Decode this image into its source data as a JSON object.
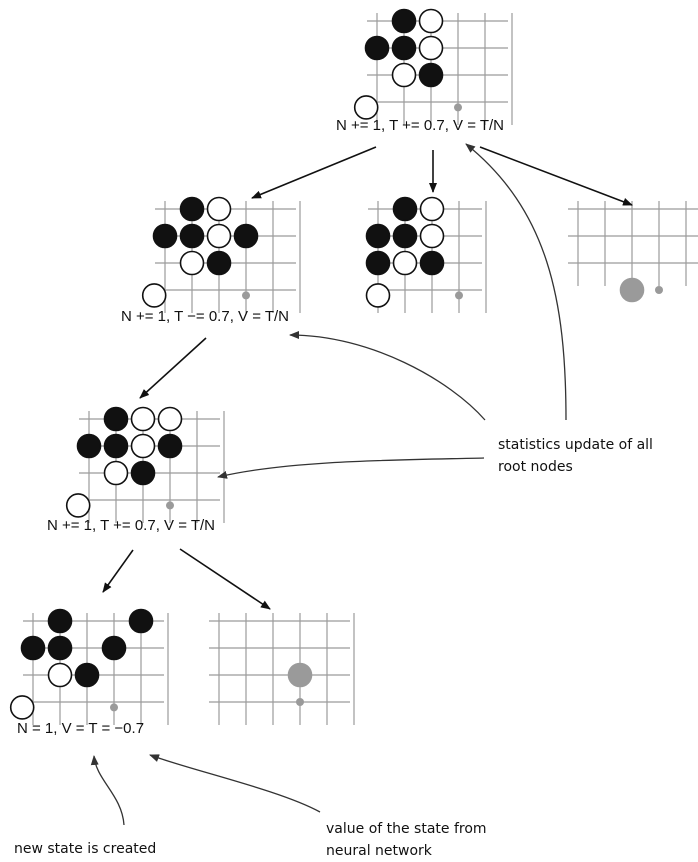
{
  "colors": {
    "black_stone": "#111111",
    "white_stone": "#ffffff",
    "gray_stone": "#9a9a9a",
    "grid": "#9b9b9b",
    "arrow": "#111111",
    "callout_arrow": "#555555"
  },
  "nodes": {
    "root": {
      "label": "N += 1, T += 0.7, V = T/N",
      "stones": [
        {
          "c": "b",
          "col": 1,
          "row": 0
        },
        {
          "c": "w",
          "col": 2,
          "row": 0
        },
        {
          "c": "b",
          "col": 0,
          "row": 1
        },
        {
          "c": "b",
          "col": 1,
          "row": 1
        },
        {
          "c": "w",
          "col": 2,
          "row": 1
        },
        {
          "c": "w",
          "col": 1,
          "row": 2
        },
        {
          "c": "b",
          "col": 2,
          "row": 2
        },
        {
          "c": "w",
          "col": -0.4,
          "row": 3.2
        }
      ],
      "marks": [
        {
          "col": 3,
          "row": 3.2
        }
      ]
    },
    "level1_left": {
      "label": "N += 1, T −= 0.7, V = T/N",
      "stones": [
        {
          "c": "b",
          "col": 1,
          "row": 0
        },
        {
          "c": "w",
          "col": 2,
          "row": 0
        },
        {
          "c": "b",
          "col": 0,
          "row": 1
        },
        {
          "c": "b",
          "col": 1,
          "row": 1
        },
        {
          "c": "w",
          "col": 2,
          "row": 1
        },
        {
          "c": "b",
          "col": 3,
          "row": 1
        },
        {
          "c": "w",
          "col": 1,
          "row": 2
        },
        {
          "c": "b",
          "col": 2,
          "row": 2
        },
        {
          "c": "w",
          "col": -0.4,
          "row": 3.2
        }
      ],
      "marks": [
        {
          "col": 3,
          "row": 3.2
        }
      ]
    },
    "level1_mid": {
      "stones": [
        {
          "c": "b",
          "col": 1,
          "row": 0
        },
        {
          "c": "w",
          "col": 2,
          "row": 0
        },
        {
          "c": "b",
          "col": 0,
          "row": 1
        },
        {
          "c": "b",
          "col": 1,
          "row": 1
        },
        {
          "c": "w",
          "col": 2,
          "row": 1
        },
        {
          "c": "b",
          "col": 0,
          "row": 2
        },
        {
          "c": "w",
          "col": 1,
          "row": 2
        },
        {
          "c": "b",
          "col": 2,
          "row": 2
        },
        {
          "c": "w",
          "col": 0,
          "row": 3.2
        }
      ],
      "marks": [
        {
          "col": 3,
          "row": 3.2
        }
      ]
    },
    "level1_right": {
      "stones": [
        {
          "c": "g",
          "col": 2,
          "row": 3
        }
      ],
      "marks": [
        {
          "col": 3,
          "row": 3
        }
      ]
    },
    "level2": {
      "label": "N += 1, T += 0.7, V = T/N",
      "stones": [
        {
          "c": "b",
          "col": 1,
          "row": 0
        },
        {
          "c": "w",
          "col": 2,
          "row": 0
        },
        {
          "c": "w",
          "col": 3,
          "row": 0
        },
        {
          "c": "b",
          "col": 0,
          "row": 1
        },
        {
          "c": "b",
          "col": 1,
          "row": 1
        },
        {
          "c": "w",
          "col": 2,
          "row": 1
        },
        {
          "c": "b",
          "col": 3,
          "row": 1
        },
        {
          "c": "w",
          "col": 1,
          "row": 2
        },
        {
          "c": "b",
          "col": 2,
          "row": 2
        },
        {
          "c": "w",
          "col": -0.4,
          "row": 3.2
        }
      ],
      "marks": [
        {
          "col": 3,
          "row": 3.2
        }
      ]
    },
    "level3_left": {
      "label": "N = 1, V = T = −0.7",
      "stones": [
        {
          "c": "b",
          "col": 1,
          "row": 0
        },
        {
          "c": "b",
          "col": 4,
          "row": 0
        },
        {
          "c": "b",
          "col": 0,
          "row": 1
        },
        {
          "c": "b",
          "col": 1,
          "row": 1
        },
        {
          "c": "b",
          "col": 3,
          "row": 1
        },
        {
          "c": "w",
          "col": 1,
          "row": 2
        },
        {
          "c": "b",
          "col": 2,
          "row": 2
        },
        {
          "c": "w",
          "col": -0.4,
          "row": 3.2
        }
      ],
      "marks": [
        {
          "col": 3,
          "row": 3.2
        }
      ]
    },
    "level3_right": {
      "stones": [
        {
          "c": "g",
          "col": 3,
          "row": 2
        }
      ],
      "marks": [
        {
          "col": 3,
          "row": 3
        }
      ]
    }
  },
  "annotations": {
    "statistics_update": [
      "statistics update of all",
      "root nodes"
    ],
    "new_state": "new state is created",
    "value_from_nn": [
      "value of the state from",
      "neural network"
    ]
  }
}
